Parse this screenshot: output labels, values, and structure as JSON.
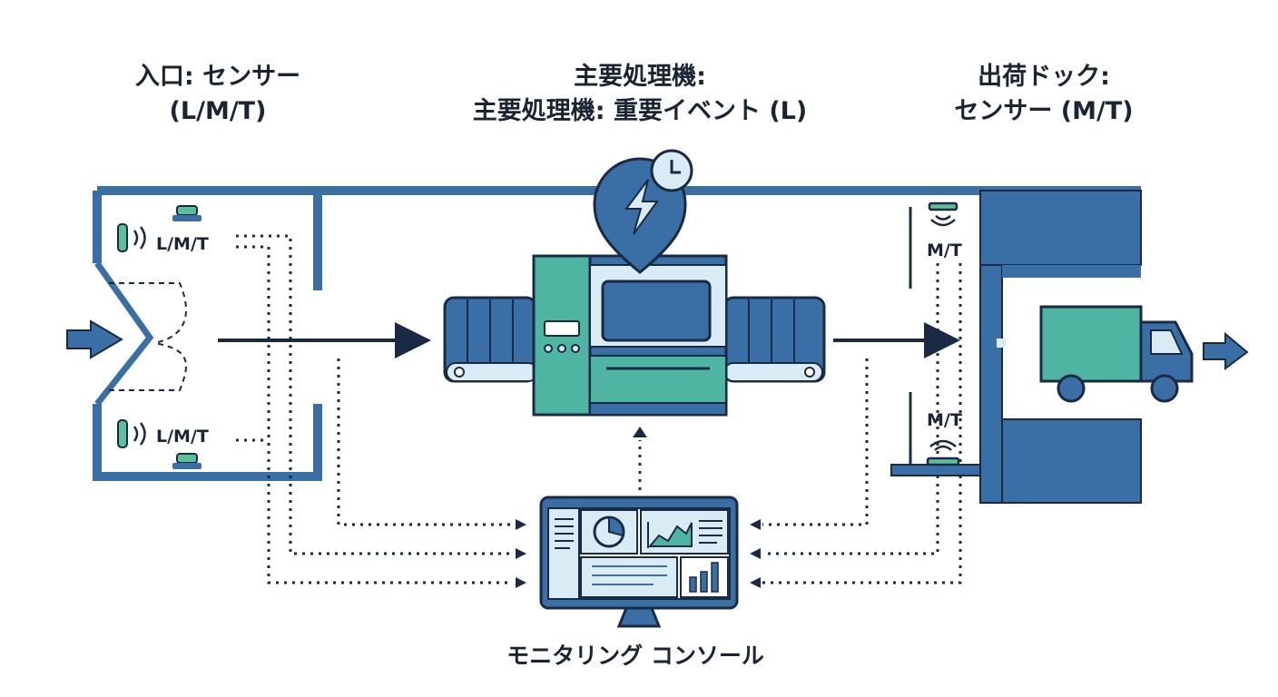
{
  "zones": {
    "entry": {
      "title_lines": [
        "入口: センサー",
        "(L/M/T)"
      ]
    },
    "main": {
      "title_lines": [
        "主要処理機:",
        "主要処理機: 重要イベント (L)"
      ]
    },
    "dock": {
      "title_lines": [
        "出荷ドック:",
        "センサー (M/T)"
      ]
    }
  },
  "sensors": {
    "entry_top": "L/M/T",
    "entry_bottom": "L/M/T",
    "dock_top": "M/T",
    "dock_bottom": "M/T"
  },
  "console": {
    "label": "モニタリング コンソール"
  },
  "colors": {
    "navy": "#1b2a44",
    "blue": "#3a6fa5",
    "teal": "#4fb5a3",
    "light_blue": "#d9ecf5",
    "green_accent": "#5bbf9a"
  },
  "icons": [
    "lightning-icon",
    "clock-icon",
    "truck-icon",
    "signal-icon",
    "monitor-icon",
    "pie-chart-icon",
    "line-chart-icon",
    "bar-chart-icon"
  ]
}
